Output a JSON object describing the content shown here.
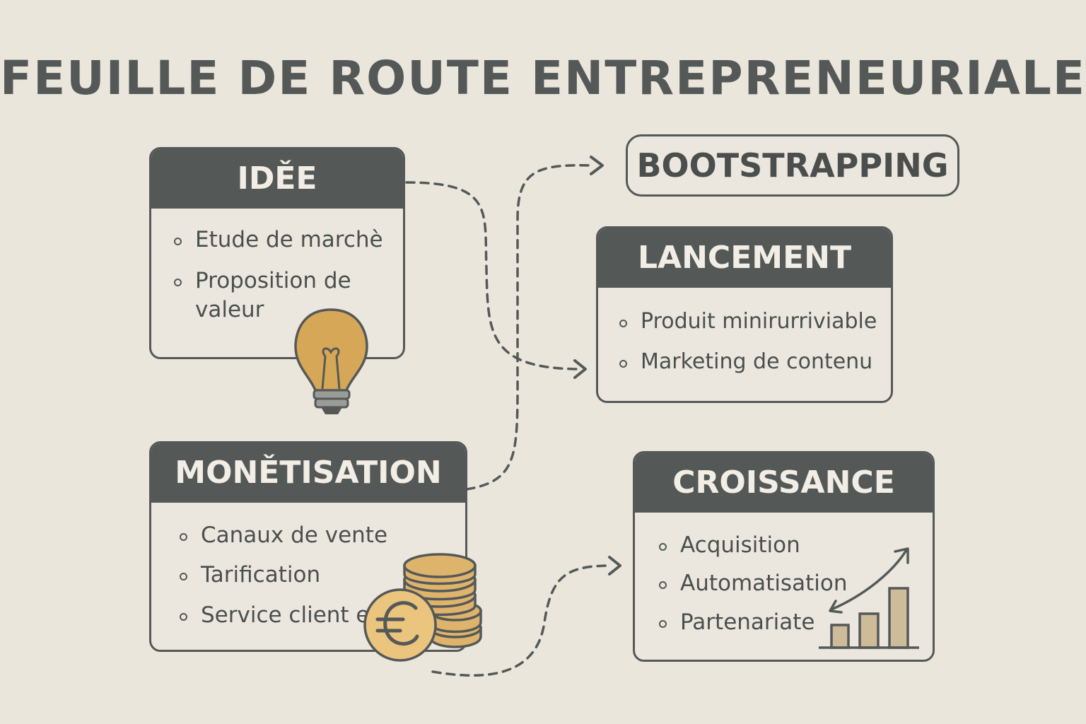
{
  "title": "FEUILLE DE ROUTE ENTREPRENEURIALE",
  "idee": {
    "title": "IDĚE",
    "items": [
      "Etude de marchè",
      "Proposition de valeur"
    ]
  },
  "bootstrapping": {
    "label": "BOOTSTRAPPING"
  },
  "lancement": {
    "title": "LANCEMENT",
    "items": [
      "Produit minirurriviable",
      "Marketing de contenu"
    ]
  },
  "monetisation": {
    "title": "MONĚTISATION",
    "items": [
      "Canaux de vente",
      "Tarification",
      "Service client e"
    ]
  },
  "croissance": {
    "title": "CROISSANCE",
    "items": [
      "Acquisition",
      "Automatisation",
      "Partenariate"
    ]
  },
  "icons": {
    "idee": "lightbulb-icon",
    "monetisation": "euro-coins-icon",
    "croissance": "growth-chart-icon"
  },
  "colors": {
    "background": "#ebe6dc",
    "header": "#545958",
    "bulb": "#d7a758",
    "coin": "#deb46c",
    "bar": "#cdbb9a"
  }
}
